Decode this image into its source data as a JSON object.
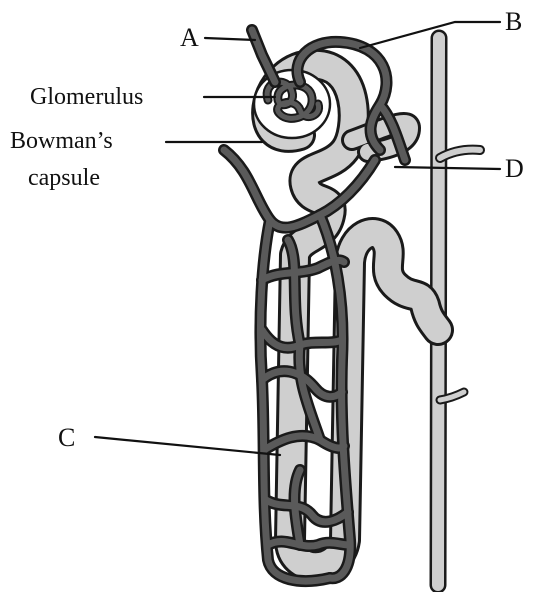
{
  "labels": {
    "a": "A",
    "b": "B",
    "c": "C",
    "d": "D",
    "glomerulus": "Glomerulus",
    "bowmans_line1": "Bowman’s",
    "bowmans_line2": "capsule"
  },
  "colors": {
    "tubule_fill": "#cfcfcf",
    "tubule_outline": "#1a1a1a",
    "vessel_fill": "#5a5a5a",
    "vessel_outline": "#1a1a1a",
    "label_text": "#111111"
  }
}
